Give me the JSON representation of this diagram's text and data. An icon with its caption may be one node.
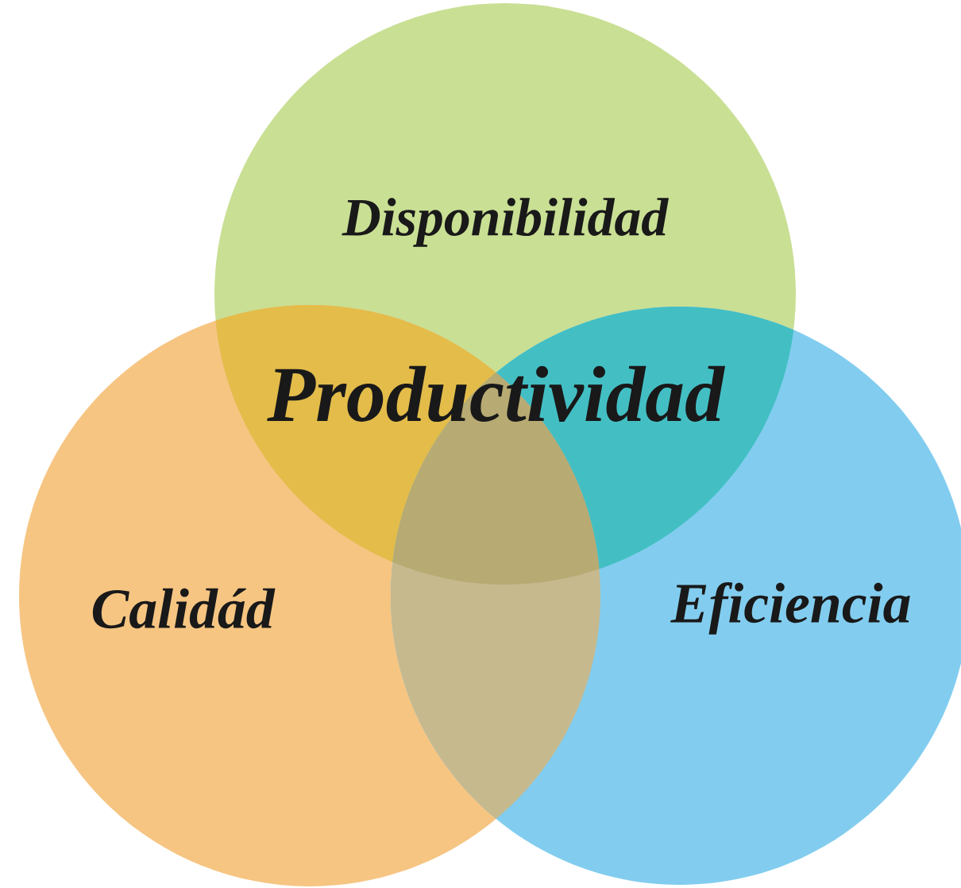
{
  "diagram": {
    "nodes": [
      {
        "text": [
          "Disponibilidad"
        ]
      },
      {
        "text": [
          "Calidád"
        ]
      },
      {
        "text": [
          "Eficiencia"
        ]
      }
    ],
    "labels": [
      "Productividad"
    ]
  }
}
